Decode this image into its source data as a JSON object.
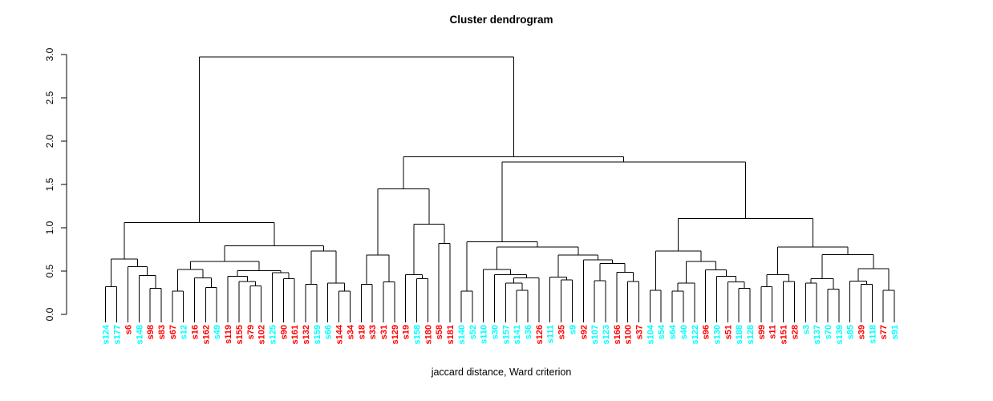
{
  "chart_data": {
    "type": "dendrogram",
    "title": "Cluster dendrogram",
    "xlabel": "jaccard distance, Ward criterion",
    "ylabel": "",
    "yticks": [
      "0.0",
      "0.5",
      "1.0",
      "1.5",
      "2.0",
      "2.5",
      "3.0"
    ],
    "ylim": [
      0,
      3
    ],
    "root_height": 2.97,
    "legend_colors": {
      "red": "#ff0000",
      "cyan": "#00ffff"
    },
    "leaves": [
      {
        "label": "s124",
        "color": "cyan"
      },
      {
        "label": "s177",
        "color": "cyan"
      },
      {
        "label": "s6",
        "color": "red"
      },
      {
        "label": "s148",
        "color": "cyan"
      },
      {
        "label": "s98",
        "color": "red"
      },
      {
        "label": "s83",
        "color": "red"
      },
      {
        "label": "s67",
        "color": "red"
      },
      {
        "label": "s12",
        "color": "cyan"
      },
      {
        "label": "s16",
        "color": "red"
      },
      {
        "label": "s162",
        "color": "red"
      },
      {
        "label": "s49",
        "color": "cyan"
      },
      {
        "label": "s119",
        "color": "red"
      },
      {
        "label": "s155",
        "color": "red"
      },
      {
        "label": "s79",
        "color": "red"
      },
      {
        "label": "s102",
        "color": "red"
      },
      {
        "label": "s125",
        "color": "cyan"
      },
      {
        "label": "s90",
        "color": "red"
      },
      {
        "label": "s161",
        "color": "red"
      },
      {
        "label": "s132",
        "color": "red"
      },
      {
        "label": "s159",
        "color": "cyan"
      },
      {
        "label": "s66",
        "color": "cyan"
      },
      {
        "label": "s144",
        "color": "red"
      },
      {
        "label": "s34",
        "color": "red"
      },
      {
        "label": "s18",
        "color": "red"
      },
      {
        "label": "s33",
        "color": "red"
      },
      {
        "label": "s31",
        "color": "red"
      },
      {
        "label": "s129",
        "color": "red"
      },
      {
        "label": "s19",
        "color": "red"
      },
      {
        "label": "s158",
        "color": "cyan"
      },
      {
        "label": "s180",
        "color": "red"
      },
      {
        "label": "s58",
        "color": "red"
      },
      {
        "label": "s181",
        "color": "red"
      },
      {
        "label": "s140",
        "color": "cyan"
      },
      {
        "label": "s52",
        "color": "cyan"
      },
      {
        "label": "s110",
        "color": "cyan"
      },
      {
        "label": "s30",
        "color": "cyan"
      },
      {
        "label": "s157",
        "color": "cyan"
      },
      {
        "label": "s141",
        "color": "cyan"
      },
      {
        "label": "s36",
        "color": "cyan"
      },
      {
        "label": "s126",
        "color": "red"
      },
      {
        "label": "s111",
        "color": "cyan"
      },
      {
        "label": "s35",
        "color": "red"
      },
      {
        "label": "s9",
        "color": "cyan"
      },
      {
        "label": "s92",
        "color": "red"
      },
      {
        "label": "s107",
        "color": "cyan"
      },
      {
        "label": "s123",
        "color": "cyan"
      },
      {
        "label": "s166",
        "color": "red"
      },
      {
        "label": "s100",
        "color": "red"
      },
      {
        "label": "s37",
        "color": "red"
      },
      {
        "label": "s104",
        "color": "cyan"
      },
      {
        "label": "s54",
        "color": "cyan"
      },
      {
        "label": "s64",
        "color": "cyan"
      },
      {
        "label": "s40",
        "color": "cyan"
      },
      {
        "label": "s122",
        "color": "cyan"
      },
      {
        "label": "s96",
        "color": "red"
      },
      {
        "label": "s130",
        "color": "cyan"
      },
      {
        "label": "s51",
        "color": "red"
      },
      {
        "label": "s188",
        "color": "cyan"
      },
      {
        "label": "s128",
        "color": "cyan"
      },
      {
        "label": "s99",
        "color": "red"
      },
      {
        "label": "s11",
        "color": "red"
      },
      {
        "label": "s151",
        "color": "red"
      },
      {
        "label": "s28",
        "color": "red"
      },
      {
        "label": "s3",
        "color": "cyan"
      },
      {
        "label": "s137",
        "color": "cyan"
      },
      {
        "label": "s70",
        "color": "cyan"
      },
      {
        "label": "s139",
        "color": "cyan"
      },
      {
        "label": "s85",
        "color": "cyan"
      },
      {
        "label": "s39",
        "color": "red"
      },
      {
        "label": "s118",
        "color": "cyan"
      },
      {
        "label": "s77",
        "color": "red"
      },
      {
        "label": "s91",
        "color": "cyan"
      }
    ],
    "tree": {
      "h": 2.97,
      "c": [
        {
          "h": 1.06,
          "c": [
            {
              "h": 0.64,
              "c": [
                {
                  "h": 0.32,
                  "c": [
                    "s124",
                    "s177"
                  ]
                },
                {
                  "h": 0.55,
                  "c": [
                    "s6",
                    {
                      "h": 0.45,
                      "c": [
                        "s148",
                        {
                          "h": 0.3,
                          "c": [
                            "s98",
                            "s83"
                          ]
                        }
                      ]
                    }
                  ]
                }
              ]
            },
            {
              "h": 0.79,
              "c": [
                {
                  "h": 0.61,
                  "c": [
                    {
                      "h": 0.52,
                      "c": [
                        {
                          "h": 0.27,
                          "c": [
                            "s67",
                            "s12"
                          ]
                        },
                        {
                          "h": 0.42,
                          "c": [
                            "s16",
                            {
                              "h": 0.31,
                              "c": [
                                "s162",
                                "s49"
                              ]
                            }
                          ]
                        }
                      ]
                    },
                    {
                      "h": 0.505,
                      "c": [
                        {
                          "h": 0.44,
                          "c": [
                            "s119",
                            {
                              "h": 0.38,
                              "c": [
                                "s155",
                                {
                                  "h": 0.33,
                                  "c": [
                                    "s79",
                                    "s102"
                                  ]
                                }
                              ]
                            }
                          ]
                        },
                        {
                          "h": 0.48,
                          "c": [
                            "s125",
                            {
                              "h": 0.41,
                              "c": [
                                "s90",
                                "s161"
                              ]
                            }
                          ]
                        }
                      ]
                    }
                  ]
                },
                {
                  "h": 0.73,
                  "c": [
                    {
                      "h": 0.345,
                      "c": [
                        "s132",
                        "s159"
                      ]
                    },
                    {
                      "h": 0.36,
                      "c": [
                        "s66",
                        {
                          "h": 0.27,
                          "c": [
                            "s144",
                            "s34"
                          ]
                        }
                      ]
                    }
                  ]
                }
              ]
            }
          ]
        },
        {
          "h": 1.82,
          "c": [
            {
              "h": 1.45,
              "c": [
                {
                  "h": 0.685,
                  "c": [
                    {
                      "h": 0.345,
                      "c": [
                        "s18",
                        "s33"
                      ]
                    },
                    {
                      "h": 0.375,
                      "c": [
                        "s31",
                        "s129"
                      ]
                    }
                  ]
                },
                {
                  "h": 1.04,
                  "c": [
                    {
                      "h": 0.46,
                      "c": [
                        "s19",
                        {
                          "h": 0.41,
                          "c": [
                            "s158",
                            "s180"
                          ]
                        }
                      ]
                    },
                    {
                      "h": 0.82,
                      "c": [
                        "s58",
                        "s181"
                      ]
                    }
                  ]
                }
              ]
            },
            {
              "h": 1.76,
              "c": [
                {
                  "h": 0.84,
                  "c": [
                    {
                      "h": 0.27,
                      "c": [
                        "s140",
                        "s52"
                      ]
                    },
                    {
                      "h": 0.78,
                      "c": [
                        {
                          "h": 0.52,
                          "c": [
                            "s110",
                            {
                              "h": 0.46,
                              "c": [
                                "s30",
                                {
                                  "h": 0.42,
                                  "c": [
                                    {
                                      "h": 0.36,
                                      "c": [
                                        "s157",
                                        {
                                          "h": 0.28,
                                          "c": [
                                            "s141",
                                            "s36"
                                          ]
                                        }
                                      ]
                                    },
                                    "s126"
                                  ]
                                }
                              ]
                            }
                          ]
                        },
                        {
                          "h": 0.685,
                          "c": [
                            {
                              "h": 0.43,
                              "c": [
                                "s111",
                                {
                                  "h": 0.4,
                                  "c": [
                                    "s35",
                                    "s9"
                                  ]
                                }
                              ]
                            },
                            {
                              "h": 0.63,
                              "c": [
                                "s92",
                                {
                                  "h": 0.59,
                                  "c": [
                                    {
                                      "h": 0.39,
                                      "c": [
                                        "s107",
                                        "s123"
                                      ]
                                    },
                                    {
                                      "h": 0.484,
                                      "c": [
                                        "s166",
                                        {
                                          "h": 0.38,
                                          "c": [
                                            "s100",
                                            "s37"
                                          ]
                                        }
                                      ]
                                    }
                                  ]
                                }
                              ]
                            }
                          ]
                        }
                      ]
                    }
                  ]
                },
                {
                  "h": 1.107,
                  "c": [
                    {
                      "h": 0.73,
                      "c": [
                        {
                          "h": 0.28,
                          "c": [
                            "s104",
                            "s54"
                          ]
                        },
                        {
                          "h": 0.61,
                          "c": [
                            {
                              "h": 0.36,
                              "c": [
                                {
                                  "h": 0.27,
                                  "c": [
                                    "s64",
                                    "s40"
                                  ]
                                },
                                "s122"
                              ]
                            },
                            {
                              "h": 0.515,
                              "c": [
                                "s96",
                                {
                                  "h": 0.44,
                                  "c": [
                                    "s130",
                                    {
                                      "h": 0.375,
                                      "c": [
                                        "s51",
                                        {
                                          "h": 0.3,
                                          "c": [
                                            "s188",
                                            "s128"
                                          ]
                                        }
                                      ]
                                    }
                                  ]
                                }
                              ]
                            }
                          ]
                        }
                      ]
                    },
                    {
                      "h": 0.78,
                      "c": [
                        {
                          "h": 0.46,
                          "c": [
                            {
                              "h": 0.32,
                              "c": [
                                "s99",
                                "s11"
                              ]
                            },
                            {
                              "h": 0.38,
                              "c": [
                                "s151",
                                "s28"
                              ]
                            }
                          ]
                        },
                        {
                          "h": 0.69,
                          "c": [
                            {
                              "h": 0.41,
                              "c": [
                                {
                                  "h": 0.36,
                                  "c": [
                                    "s3",
                                    "s137"
                                  ]
                                },
                                {
                                  "h": 0.29,
                                  "c": [
                                    "s70",
                                    "s139"
                                  ]
                                }
                              ]
                            },
                            {
                              "h": 0.53,
                              "c": [
                                {
                                  "h": 0.385,
                                  "c": [
                                    "s85",
                                    {
                                      "h": 0.345,
                                      "c": [
                                        "s39",
                                        "s118"
                                      ]
                                    }
                                  ]
                                },
                                {
                                  "h": 0.28,
                                  "c": [
                                    "s77",
                                    "s91"
                                  ]
                                }
                              ]
                            }
                          ]
                        }
                      ]
                    }
                  ]
                }
              ]
            }
          ]
        }
      ]
    }
  }
}
